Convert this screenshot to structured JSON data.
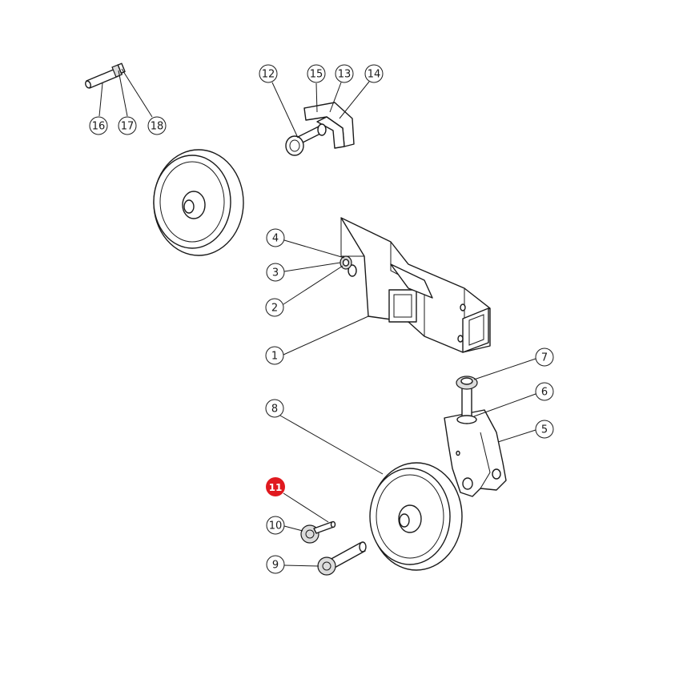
{
  "colors": {
    "line": "#1a1a1a",
    "background": "#ffffff",
    "highlight": "#e0191f"
  },
  "callouts": [
    {
      "id": "c1",
      "label": "1"
    },
    {
      "id": "c2",
      "label": "2"
    },
    {
      "id": "c3",
      "label": "3"
    },
    {
      "id": "c4",
      "label": "4"
    },
    {
      "id": "c5",
      "label": "5"
    },
    {
      "id": "c6",
      "label": "6"
    },
    {
      "id": "c7",
      "label": "7"
    },
    {
      "id": "c8",
      "label": "8"
    },
    {
      "id": "c9",
      "label": "9"
    },
    {
      "id": "c10",
      "label": "10"
    },
    {
      "id": "c11",
      "label": "11",
      "highlighted": true
    },
    {
      "id": "c12",
      "label": "12"
    },
    {
      "id": "c13",
      "label": "13"
    },
    {
      "id": "c14",
      "label": "14"
    },
    {
      "id": "c15",
      "label": "15"
    },
    {
      "id": "c16",
      "label": "16"
    },
    {
      "id": "c17",
      "label": "17"
    },
    {
      "id": "c18",
      "label": "18"
    }
  ]
}
